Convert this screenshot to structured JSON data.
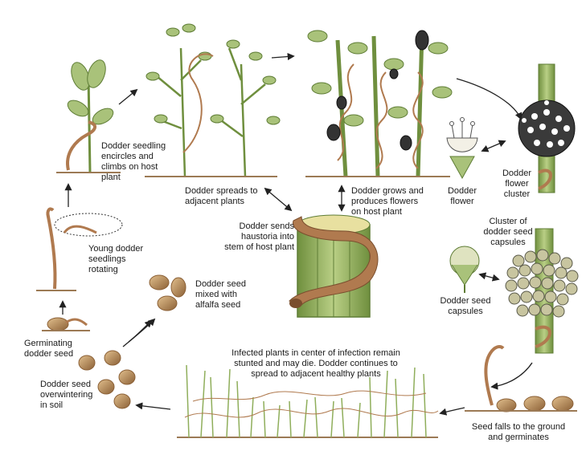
{
  "colors": {
    "stem": "#8fae5b",
    "stem_dark": "#5f7d36",
    "leaf": "#a9c27a",
    "dodder": "#b07a4f",
    "dodder_dark": "#7a4e2e",
    "seed": "#c79a63",
    "seed_dark": "#8b6036",
    "flower_dark": "#3a3a3a",
    "arrow": "#222222",
    "soil": "#9c7a55"
  },
  "labels": {
    "seedling_encircles": [
      "Dodder seedling",
      "encircles and",
      "climbs on host",
      "plant"
    ],
    "spreads": [
      "Dodder spreads to",
      "adjacent plants"
    ],
    "grows_flowers": [
      "Dodder grows and",
      "produces flowers",
      "on host plant"
    ],
    "haustoria": [
      "Dodder sends",
      "haustoria into",
      "stem of host plant"
    ],
    "dodder_flower": [
      "Dodder",
      "flower"
    ],
    "flower_cluster": [
      "Dodder",
      "flower",
      "cluster"
    ],
    "young_rotating": [
      "Young dodder",
      "seedlings",
      "rotating"
    ],
    "seed_mixed": [
      "Dodder seed",
      "mixed with",
      "alfalfa seed"
    ],
    "cluster_capsules": [
      "Cluster of",
      "dodder seed",
      "capsules"
    ],
    "seed_capsules": [
      "Dodder seed",
      "capsules"
    ],
    "germinating": [
      "Germinating",
      "dodder seed"
    ],
    "overwintering": [
      "Dodder seed",
      "overwintering",
      "in soil"
    ],
    "infected": [
      "Infected plants in center of infection remain",
      "stunted and may die. Dodder continues to",
      "spread to adjacent healthy plants"
    ],
    "seed_falls": [
      "Seed falls to the ground",
      "and germinates"
    ]
  },
  "icons": [
    "seedling",
    "alfalfa-plants",
    "host-plants-with-dodder",
    "stem-cross-section",
    "flower",
    "flower-cluster",
    "seed-capsule",
    "capsule-cluster",
    "seeds",
    "infected-field",
    "cycle-arrows"
  ]
}
